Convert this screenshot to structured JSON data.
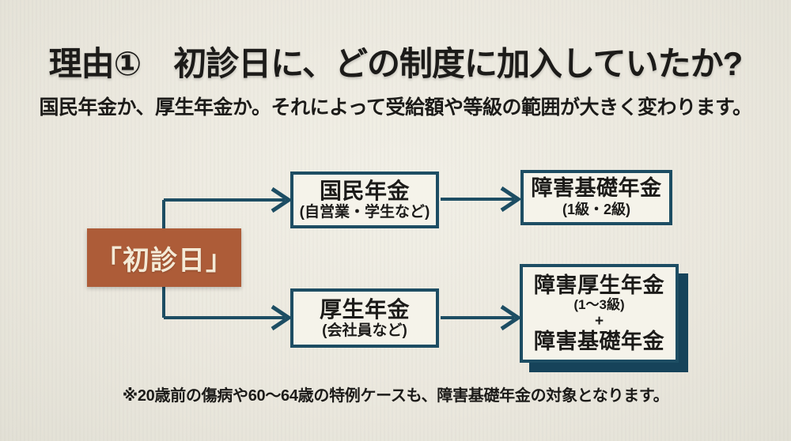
{
  "slide": {
    "title": "理由①　初診日に、どの制度に加入していたか?",
    "subtitle": "国民年金か、厚生年金か。それによって受給額や等級の範囲が大きく変わります。",
    "footnote": "※20歳前の傷病や60〜64歳の特例ケースも、障害基礎年金の対象となります。"
  },
  "diagram": {
    "source": {
      "label": "「初診日」"
    },
    "branches": [
      {
        "system": {
          "title": "国民年金",
          "subtitle": "(自営業・学生など)"
        },
        "benefit": {
          "title": "障害基礎年金",
          "grade": "(1級・2級)"
        }
      },
      {
        "system": {
          "title": "厚生年金",
          "subtitle": "(会社員など)"
        },
        "benefit": {
          "title": "障害厚生年金",
          "grade": "(1〜3級)",
          "plus": "+",
          "extra": "障害基礎年金"
        }
      }
    ]
  },
  "colors": {
    "background": "#ebe8de",
    "ink": "#1c1b19",
    "line": "#1d4d63",
    "box_fill": "#f5f3ea",
    "box_border": "#1d4d63",
    "shadow": "#16435a",
    "accent_orange": "#ad5c38",
    "accent_orange_text": "#f4ead6"
  }
}
